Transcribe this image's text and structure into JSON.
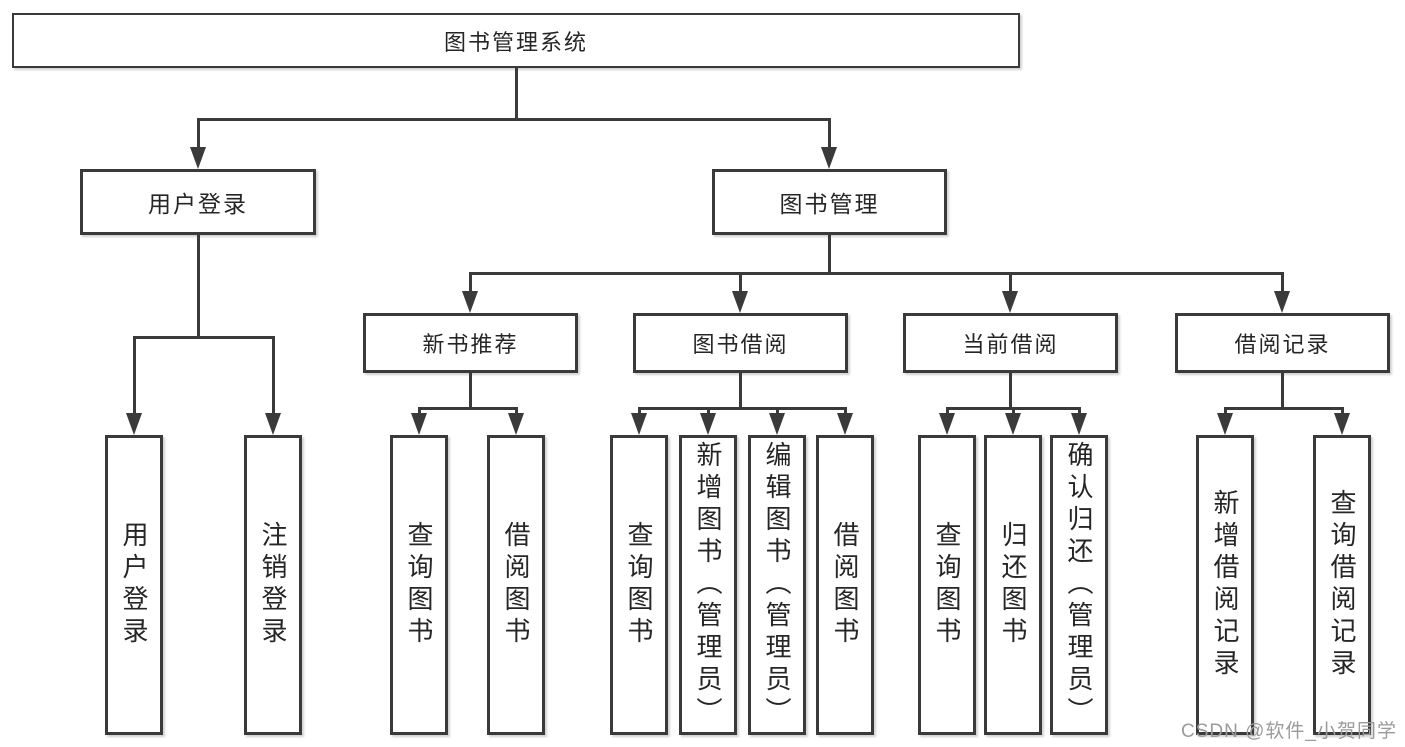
{
  "tree": {
    "root": {
      "label": "图书管理系统",
      "children": [
        {
          "label": "用户登录",
          "children": [
            {
              "label": "用户登录"
            },
            {
              "label": "注销登录"
            }
          ]
        },
        {
          "label": "图书管理",
          "children": [
            {
              "label": "新书推荐",
              "children": [
                {
                  "label": "查询图书"
                },
                {
                  "label": "借阅图书"
                }
              ]
            },
            {
              "label": "图书借阅",
              "children": [
                {
                  "label": "查询图书"
                },
                {
                  "label": "新增图书（管理员）"
                },
                {
                  "label": "编辑图书（管理员）"
                },
                {
                  "label": "借阅图书"
                }
              ]
            },
            {
              "label": "当前借阅",
              "children": [
                {
                  "label": "查询图书"
                },
                {
                  "label": "归还图书"
                },
                {
                  "label": "确认归还（管理员）"
                }
              ]
            },
            {
              "label": "借阅记录",
              "children": [
                {
                  "label": "新增借阅记录"
                },
                {
                  "label": "查询借阅记录"
                }
              ]
            }
          ]
        }
      ]
    }
  },
  "watermark": {
    "text": "CSDN @软件_小贺同学"
  },
  "colors": {
    "line": "#3a3a3a",
    "text": "#262626",
    "watermark": "#9b9b9b",
    "background": "#ffffff"
  }
}
